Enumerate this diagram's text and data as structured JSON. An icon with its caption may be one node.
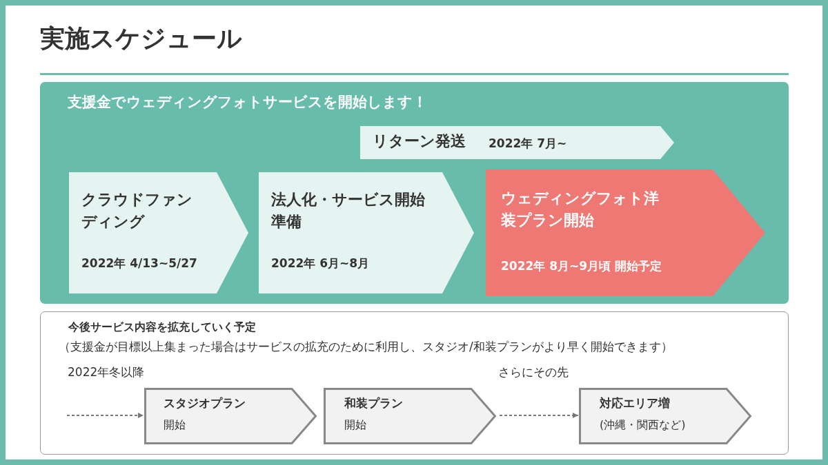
{
  "diagram": {
    "title": "実施スケジュール",
    "nodes": [
      {
        "text": [
          "支援金でウェディングフォトサービスを開始します！"
        ]
      },
      {
        "text": [
          "リターン発送",
          "2022年 7月~"
        ],
        "in": 0
      },
      {
        "text": [
          "クラウドファンディング",
          "2022年 4/13~5/27"
        ],
        "in": 0
      },
      {
        "text": [
          "法人化・サービス開始準備",
          "2022年 6月~8月"
        ],
        "in": 0
      },
      {
        "text": [
          "ウェディングフォト洋装プラン開始",
          "2022年 8月~9月頃 開始予定"
        ],
        "in": 0
      },
      {
        "text": [
          "今後サービス内容を拡充していく予定",
          "（支援金が目標以上集まった場合はサービスの拡充のために利用し、スタジオ/和装プランがより早く開始できます）"
        ]
      },
      {
        "text": [
          "スタジオプラン",
          "開始"
        ],
        "in": 5
      },
      {
        "text": [
          "和装プラン",
          "開始"
        ],
        "in": 5
      },
      {
        "text": [
          "対応エリア増",
          "(沖縄・関西など)"
        ],
        "in": 5
      }
    ],
    "edges": [
      {
        "from": null,
        "to": 6,
        "arrow": "to",
        "style": "dashed"
      },
      {
        "from": 7,
        "to": 8,
        "arrow": "to",
        "style": "dashed"
      }
    ],
    "labels": [
      "2022年冬以降",
      "さらにその先"
    ]
  }
}
